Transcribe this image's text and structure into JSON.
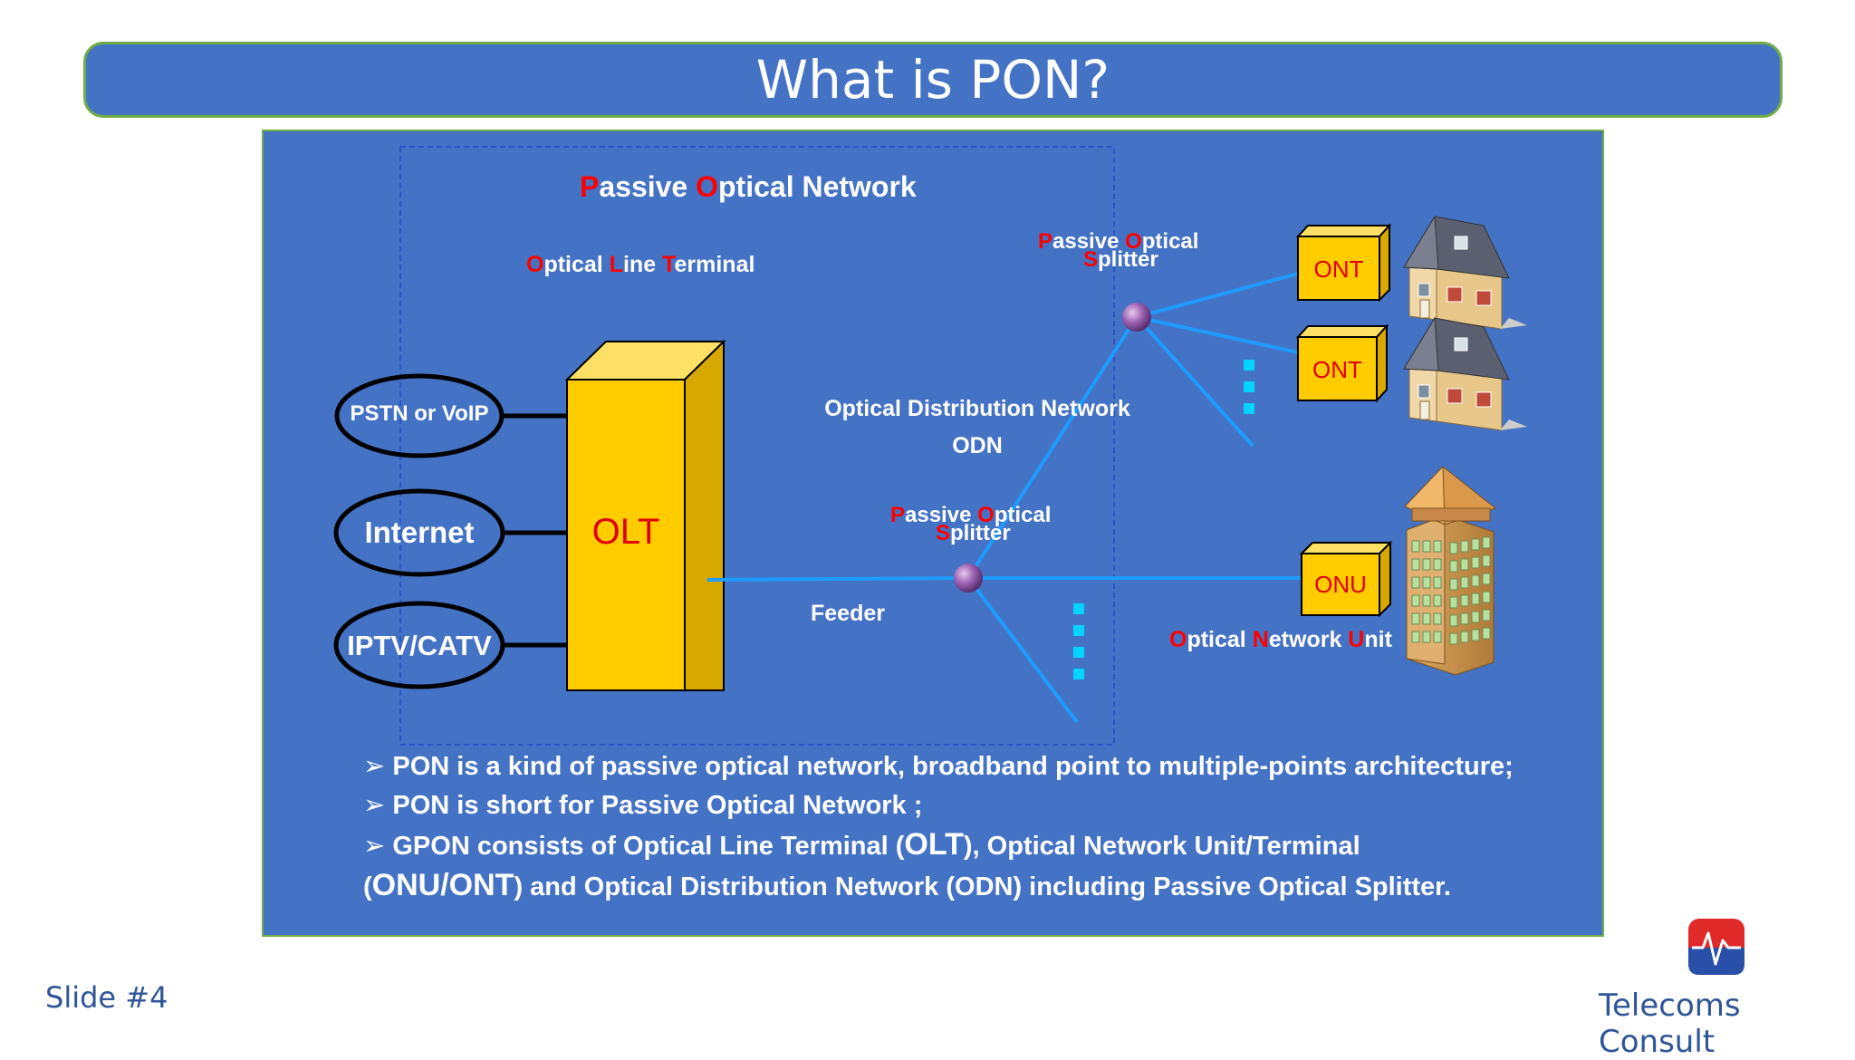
{
  "title": "What is PON?",
  "diagram": {
    "pon_label": {
      "p": "P",
      "rest1": "assive ",
      "o": "O",
      "rest2": "ptical Network"
    },
    "olt_label": {
      "o": "O",
      "rest1": "ptical ",
      "l": "L",
      "rest2": "ine ",
      "t": "T",
      "rest3": "erminal"
    },
    "splitter_top": {
      "p": "P",
      "rest1": "assive ",
      "o": "O",
      "rest2": "ptical",
      "s": "S",
      "rest3": "plitter"
    },
    "splitter_bottom": {
      "p": "P",
      "rest1": "assive ",
      "o": "O",
      "rest2": "ptical",
      "s": "S",
      "rest3": "plitter"
    },
    "services": [
      "PSTN or VoIP",
      "Internet",
      "IPTV/CATV"
    ],
    "olt": "OLT",
    "odn_line1": "Optical Distribution Network",
    "odn_line2": "ODN",
    "feeder": "Feeder",
    "ont1": "ONT",
    "ont2": "ONT",
    "onu": "ONU",
    "onu_label": {
      "o": "O",
      "rest1": "ptical ",
      "n": "N",
      "rest2": "etwork ",
      "u": "U",
      "rest3": "nit"
    }
  },
  "bullets": {
    "b1": "PON is a kind of passive optical network, broadband point to multiple-points architecture;",
    "b2": "PON is short for Passive Optical Network ;",
    "b3_a": "GPON consists of Optical Line Terminal (",
    "b3_olt": "OLT",
    "b3_b": "), Optical Network Unit/Terminal",
    "b3_c": "(",
    "b3_onu": "ONU/ONT",
    "b3_d": ") and Optical Distribution Network (ODN) including Passive Optical Splitter."
  },
  "footer": {
    "slide_number": "Slide #4",
    "brand": "Telecoms Consult"
  },
  "colors": {
    "panel": "#4472c4",
    "box_yellow": "#ffcc00",
    "fiber": "#1e9bff",
    "red": "#ff0000"
  }
}
